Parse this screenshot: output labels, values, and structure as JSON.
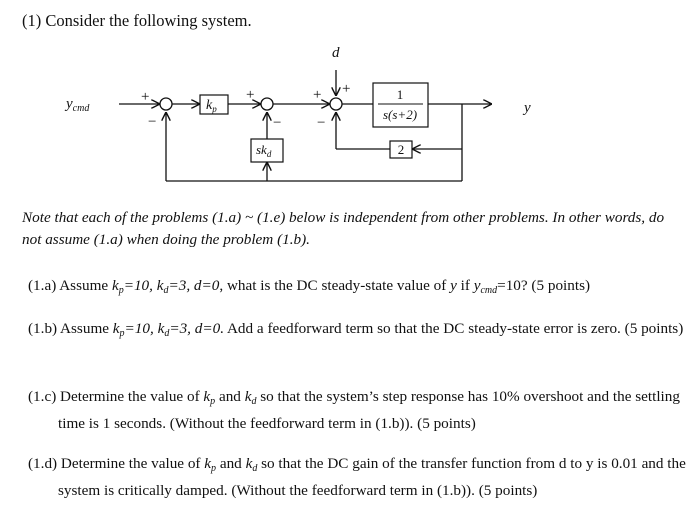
{
  "heading": "(1) Consider the following system.",
  "diagram": {
    "input_label": "y",
    "input_label_sub": "cmd",
    "output_label": "y",
    "disturbance_label": "d",
    "kp_block": "k",
    "kp_block_sub": "p",
    "kd_block": "sk",
    "kd_block_sub": "d",
    "plant_numerator": "1",
    "plant_denominator": "s(s+2)",
    "feedback_gain": "2",
    "plus_sign": "+",
    "minus_sign": "−"
  },
  "note": "Note that each of the problems (1.a) ~ (1.e) below is independent from other problems.  In other words, do not assume (1.a) when doing the problem (1.b).",
  "problems": {
    "a": {
      "label": "(1.a) Assume ",
      "kp": "k",
      "kp_sub": "p",
      "kp_val": "=10, ",
      "kd": "k",
      "kd_sub": "d",
      "kd_val": "=3, ",
      "d_cond": "d=0",
      "text": ", what is the DC steady-state value of ",
      "y": "y",
      "if_text": " if ",
      "ycmd": "y",
      "ycmd_sub": "cmd",
      "ycmd_val": "=10? (5 points)"
    },
    "b": {
      "label": "(1.b) Assume ",
      "kp": "k",
      "kp_sub": "p",
      "kp_val": "=10, ",
      "kd": "k",
      "kd_sub": "d",
      "kd_val": "=3, ",
      "d_cond": "d=0.",
      "text": "  Add a feedforward term so that the DC steady-state error is zero.  (5 points)"
    },
    "c": {
      "label": "(1.c) Determine the value of ",
      "kp": "k",
      "kp_sub": "p",
      "and_text": " and ",
      "kd": "k",
      "kd_sub": "d",
      "text": " so that the system’s step response has 10% overshoot and the settling time is 1 seconds.  (Without the feedforward term in (1.b)).  (5 points)"
    },
    "d": {
      "label": "(1.d) Determine the value of ",
      "kp": "k",
      "kp_sub": "p",
      "and_text": " and ",
      "kd": "k",
      "kd_sub": "d",
      "text": " so that the DC gain of the transfer function from d to y is 0.01 and the system is critically damped.  (Without the feedforward term in (1.b)).  (5 points)"
    }
  }
}
